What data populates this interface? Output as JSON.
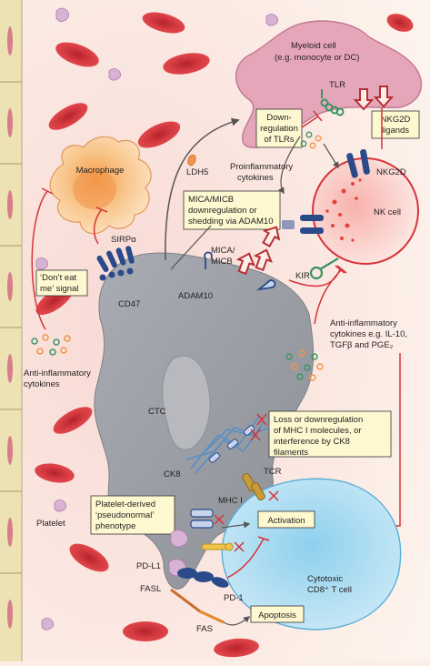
{
  "labels": {
    "myeloid_line1": "Myeloid cell",
    "myeloid_line2": "(e.g. monocyte or DC)",
    "tlr": "TLR",
    "down_tlr_1": "Down-",
    "down_tlr_2": "regulation",
    "down_tlr_3": "of TLRs",
    "nkg2d_ligands_1": "NKG2D",
    "nkg2d_ligands_2": "ligands",
    "nkg2d": "NKG2D",
    "ldh5": "LDH5",
    "proinflammatory_1": "Proinflammatory",
    "proinflammatory_2": "cytokines",
    "macrophage": "Macrophage",
    "sirpa": "SIRPα",
    "dont_eat_1": "‘Don’t eat",
    "dont_eat_2": "me’ signal",
    "cd47": "CD47",
    "mica_box_1": "MICA/MICB",
    "mica_box_2": "downregulation or",
    "mica_box_3": "shedding via ADAM10",
    "nk_cell": "NK cell",
    "mica_micb_1": "MICA/",
    "mica_micb_2": "MICB",
    "adam10": "ADAM10",
    "kir": "KIR",
    "anti_inflam_right_1": "Anti-inflammatory",
    "anti_inflam_right_2": "cytokines e.g. IL-10,",
    "anti_inflam_right_3": "TGFβ and PGE₂",
    "anti_inflam_left_1": "Anti-inflammatory",
    "anti_inflam_left_2": "cytokines",
    "ctc": "CTC",
    "mhc_loss_1": "Loss or downregulation",
    "mhc_loss_2": "of MHC I molecules, or",
    "mhc_loss_3": "interference by CK8",
    "mhc_loss_4": "filaments",
    "ck8": "CK8",
    "tcr": "TCR",
    "platelet_box_1": "Platelet-derived",
    "platelet_box_2": "‘pseudonormal’",
    "platelet_box_3": "phenotype",
    "mhc1": "MHC I",
    "activation": "Activation",
    "platelet": "Platelet",
    "pdl1": "PD-L1",
    "fasl": "FASL",
    "pd1": "PD-1",
    "cytotoxic_1": "Cytotoxic",
    "cytotoxic_2": "CD8⁺ T cell",
    "fas": "FAS",
    "apoptosis": "Apoptosis"
  },
  "colors": {
    "background": "#fbeee6",
    "vessel_wall": "#ece2b4",
    "red_cell": "#d8333a",
    "myeloid": "#e6a6ba",
    "nk_cell": "#fde3df",
    "macrophage": "#f8c07c",
    "ctc": "#9da0a7",
    "t_cell": "#9fd4ee",
    "label_box": "#fdf8cf",
    "inhibit_red": "#d8333a",
    "arrow_grey": "#555555"
  }
}
